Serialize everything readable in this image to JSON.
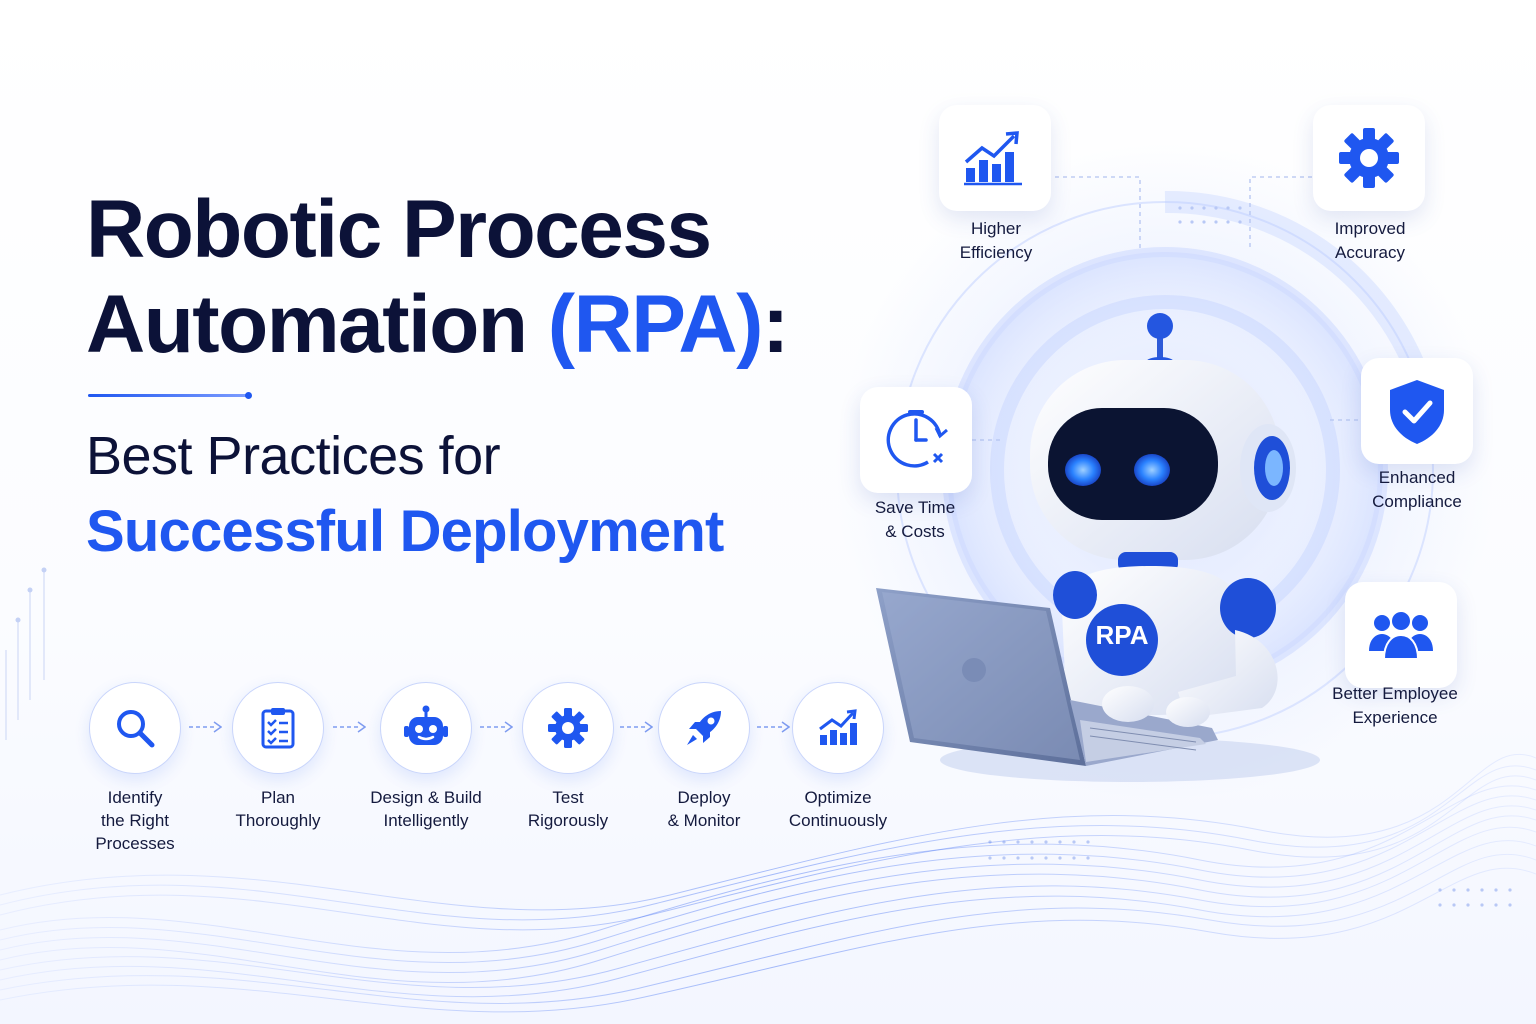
{
  "headline": {
    "line1": "Robotic Process",
    "line2_main": "Automation ",
    "line2_accent": "(RPA)",
    "line2_colon": ":"
  },
  "subtitle": {
    "line1": "Best Practices for",
    "line2": "Successful Deployment"
  },
  "steps": [
    {
      "label": "Identify\nthe Right\nProcesses",
      "icon": "search-icon"
    },
    {
      "label": "Plan\nThoroughly",
      "icon": "clipboard-checklist-icon"
    },
    {
      "label": "Design & Build\nIntelligently",
      "icon": "robot-icon"
    },
    {
      "label": "Test\nRigorously",
      "icon": "gear-icon"
    },
    {
      "label": "Deploy\n& Monitor",
      "icon": "rocket-icon"
    },
    {
      "label": "Optimize\nContinuously",
      "icon": "growth-chart-icon"
    }
  ],
  "benefits": [
    {
      "label": "Higher\nEfficiency",
      "icon": "growth-chart-icon"
    },
    {
      "label": "Improved\nAccuracy",
      "icon": "gear-icon"
    },
    {
      "label": "Save Time\n& Costs",
      "icon": "clock-icon"
    },
    {
      "label": "Enhanced\nCompliance",
      "icon": "shield-check-icon"
    },
    {
      "label": "Better Employee\nExperience",
      "icon": "team-icon"
    }
  ],
  "robot": {
    "badge": "RPA"
  },
  "colors": {
    "navy": "#0c1238",
    "accent": "#1f57f0",
    "light_accent": "#c9d5fb"
  }
}
